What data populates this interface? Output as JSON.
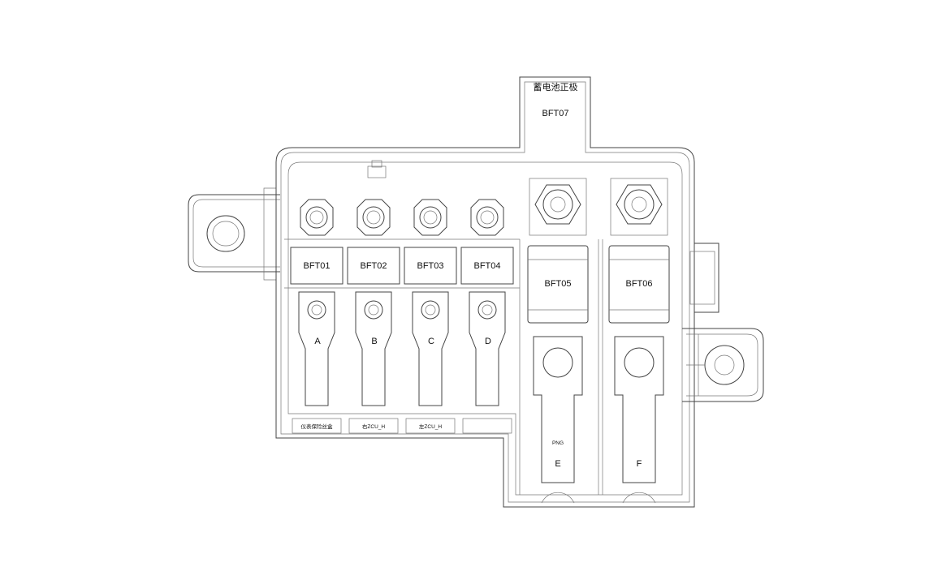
{
  "top_terminal": {
    "name": "蓄电池正极",
    "fuse": "BFT07"
  },
  "small_fuses": [
    {
      "fuse": "BFT01",
      "terminal": "A",
      "circuit": "仪表保险丝盒"
    },
    {
      "fuse": "BFT02",
      "terminal": "B",
      "circuit": "右ZCU_H"
    },
    {
      "fuse": "BFT03",
      "terminal": "C",
      "circuit": "左ZCU_H"
    },
    {
      "fuse": "BFT04",
      "terminal": "D",
      "circuit": ""
    }
  ],
  "large_fuses": [
    {
      "fuse": "BFT05",
      "terminal": "E",
      "circuit": "PNG"
    },
    {
      "fuse": "BFT06",
      "terminal": "F",
      "circuit": ""
    }
  ]
}
